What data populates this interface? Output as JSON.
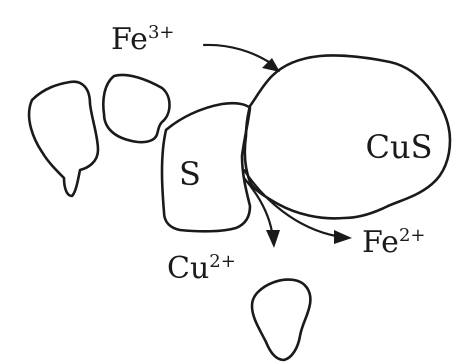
{
  "diagram": {
    "labels": {
      "s": "S",
      "cus": "CuS",
      "fe3": {
        "base": "Fe",
        "charge": "3+"
      },
      "cu2": {
        "base": "Cu",
        "charge": "2+"
      },
      "fe2": {
        "base": "Fe",
        "charge": "2+"
      }
    },
    "colors": {
      "stroke": "#1a1a1a",
      "background": "#ffffff"
    }
  }
}
